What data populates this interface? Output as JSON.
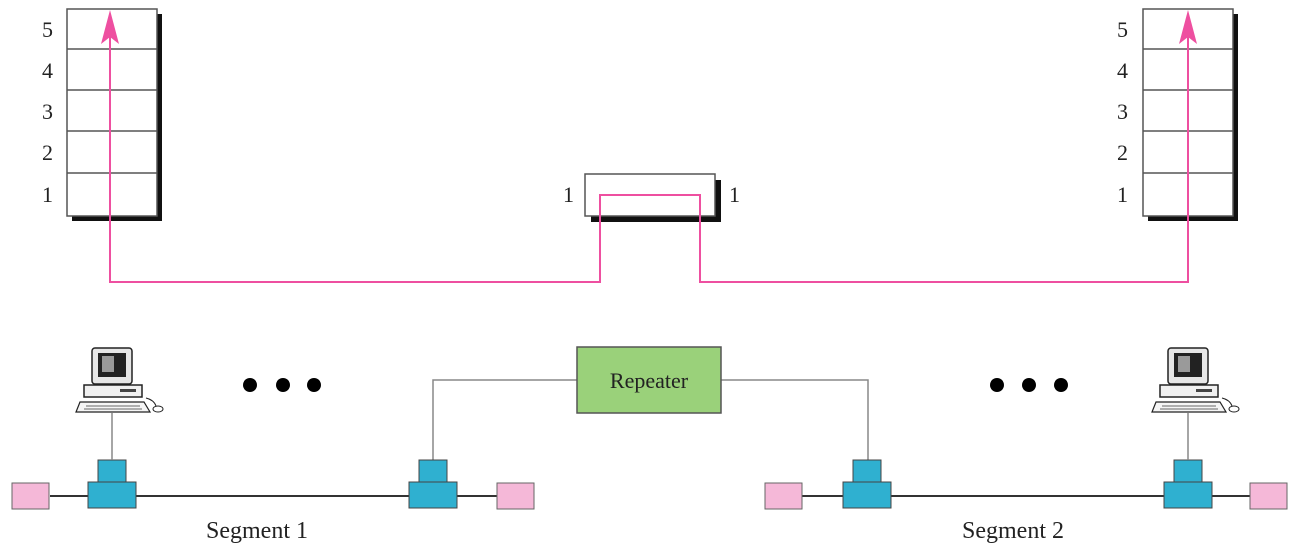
{
  "diagram": {
    "left_stack": {
      "layers": [
        "5",
        "4",
        "3",
        "2",
        "1"
      ]
    },
    "right_stack": {
      "layers": [
        "5",
        "4",
        "3",
        "2",
        "1"
      ]
    },
    "repeater_stack": {
      "left_label": "1",
      "right_label": "1"
    },
    "repeater": {
      "label": "Repeater"
    },
    "segments": {
      "segment1_label": "Segment 1",
      "segment2_label": "Segment 2"
    },
    "colors": {
      "path": "#ee4fa0",
      "connector": "#2fb0d0",
      "terminator": "#f5b8d8",
      "repeater_fill": "#9ad17a",
      "layer_border": "#555555",
      "shadow": "#111111",
      "bus": "#333333",
      "wire": "#888888"
    },
    "icons": {
      "workstation": "computer-icon",
      "ellipsis": "ellipsis-dots"
    }
  }
}
